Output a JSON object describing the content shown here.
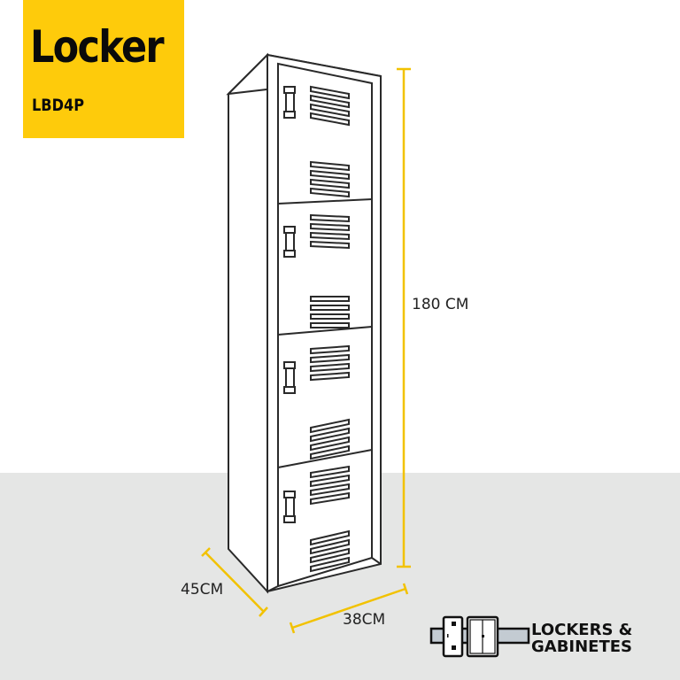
{
  "product": {
    "title": "Locker",
    "model": "LBD4P"
  },
  "dimensions": {
    "height": "180 CM",
    "depth": "45CM",
    "width": "38CM"
  },
  "brand": {
    "line1": "LOCKERS &",
    "line2": "GABINETES"
  },
  "colors": {
    "accent_yellow": "#fecb0b",
    "floor_gray": "#e5e6e5",
    "outline": "#2a2a2a",
    "logo_bar": "#c3cbd2"
  },
  "locker": {
    "doors": 4,
    "vents_per_door": 2,
    "slats_per_vent": 4
  }
}
